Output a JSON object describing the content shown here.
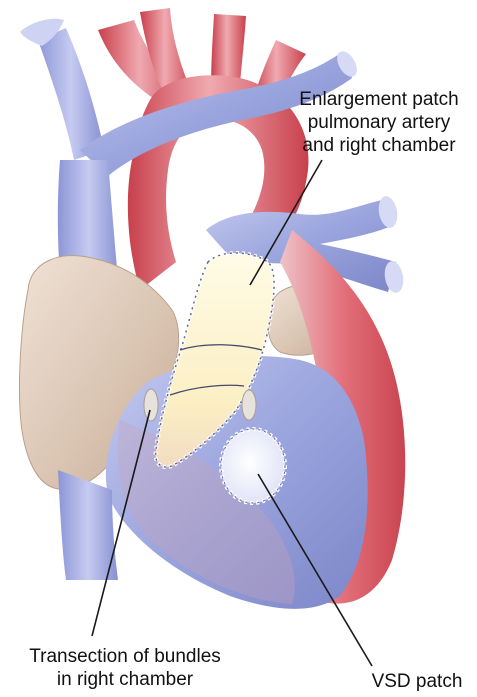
{
  "diagram": {
    "labels": {
      "enlargement_patch": {
        "line1": "Enlargement patch",
        "line2": "pulmonary artery",
        "line3": "and right chamber"
      },
      "transection": {
        "line1": "Transection of bundles",
        "line2": "in right chamber"
      },
      "vsd_patch": {
        "line1": "VSD patch"
      }
    },
    "colors": {
      "vein_blue": "#9aa4dd",
      "artery_red": "#d8545e",
      "atrium_beige": "#dcc5b4",
      "patch_yellow": "#fbf3cf",
      "leader_line": "#1a1a1a"
    }
  }
}
